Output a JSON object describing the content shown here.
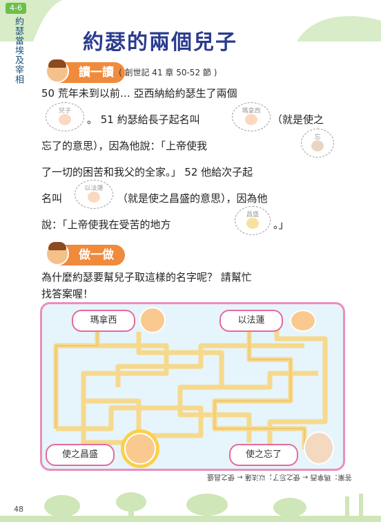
{
  "header": {
    "lesson": "4-6",
    "side_title": "約瑟當埃及宰相",
    "main_title": "約瑟的兩個兒子"
  },
  "read_section": {
    "label": "讀一讀",
    "reference": "( 創世記 41 章 50-52 節 )",
    "lines": [
      "50 荒年未到以前… 亞西納給約瑟生了兩個",
      "。 51 約瑟給長子起名叫",
      "（就是使之",
      "忘了的意思），因為他說：「上帝使我",
      "了一切的困苦和我父的全家。」 52 他給次子起",
      "名叫",
      "（就是使之昌盛的意思），因為他",
      "說：「上帝使我在受苦的地方",
      "。」"
    ],
    "bubbles": [
      "兒子",
      "瑪拿西",
      "忘",
      "以法蓮",
      "昌盛"
    ]
  },
  "do_section": {
    "label": "做一做",
    "question_line1": "為什麼約瑟要幫兒子取這樣的名字呢？ 請幫忙",
    "question_line2": "找答案喔！"
  },
  "maze": {
    "top_left": "瑪拿西",
    "top_right": "以法蓮",
    "bottom_left": "使之昌盛",
    "bottom_right": "使之忘了"
  },
  "answer": "答案：瑪拿西 ← 使之忘了；以法蓮 ← 使之昌盛",
  "page_number": "48",
  "colors": {
    "green": "#6dbf4b",
    "orange": "#f08a3c",
    "title_blue": "#2a3b8f",
    "maze_border": "#e98fb9",
    "maze_path": "#f6d98c"
  }
}
